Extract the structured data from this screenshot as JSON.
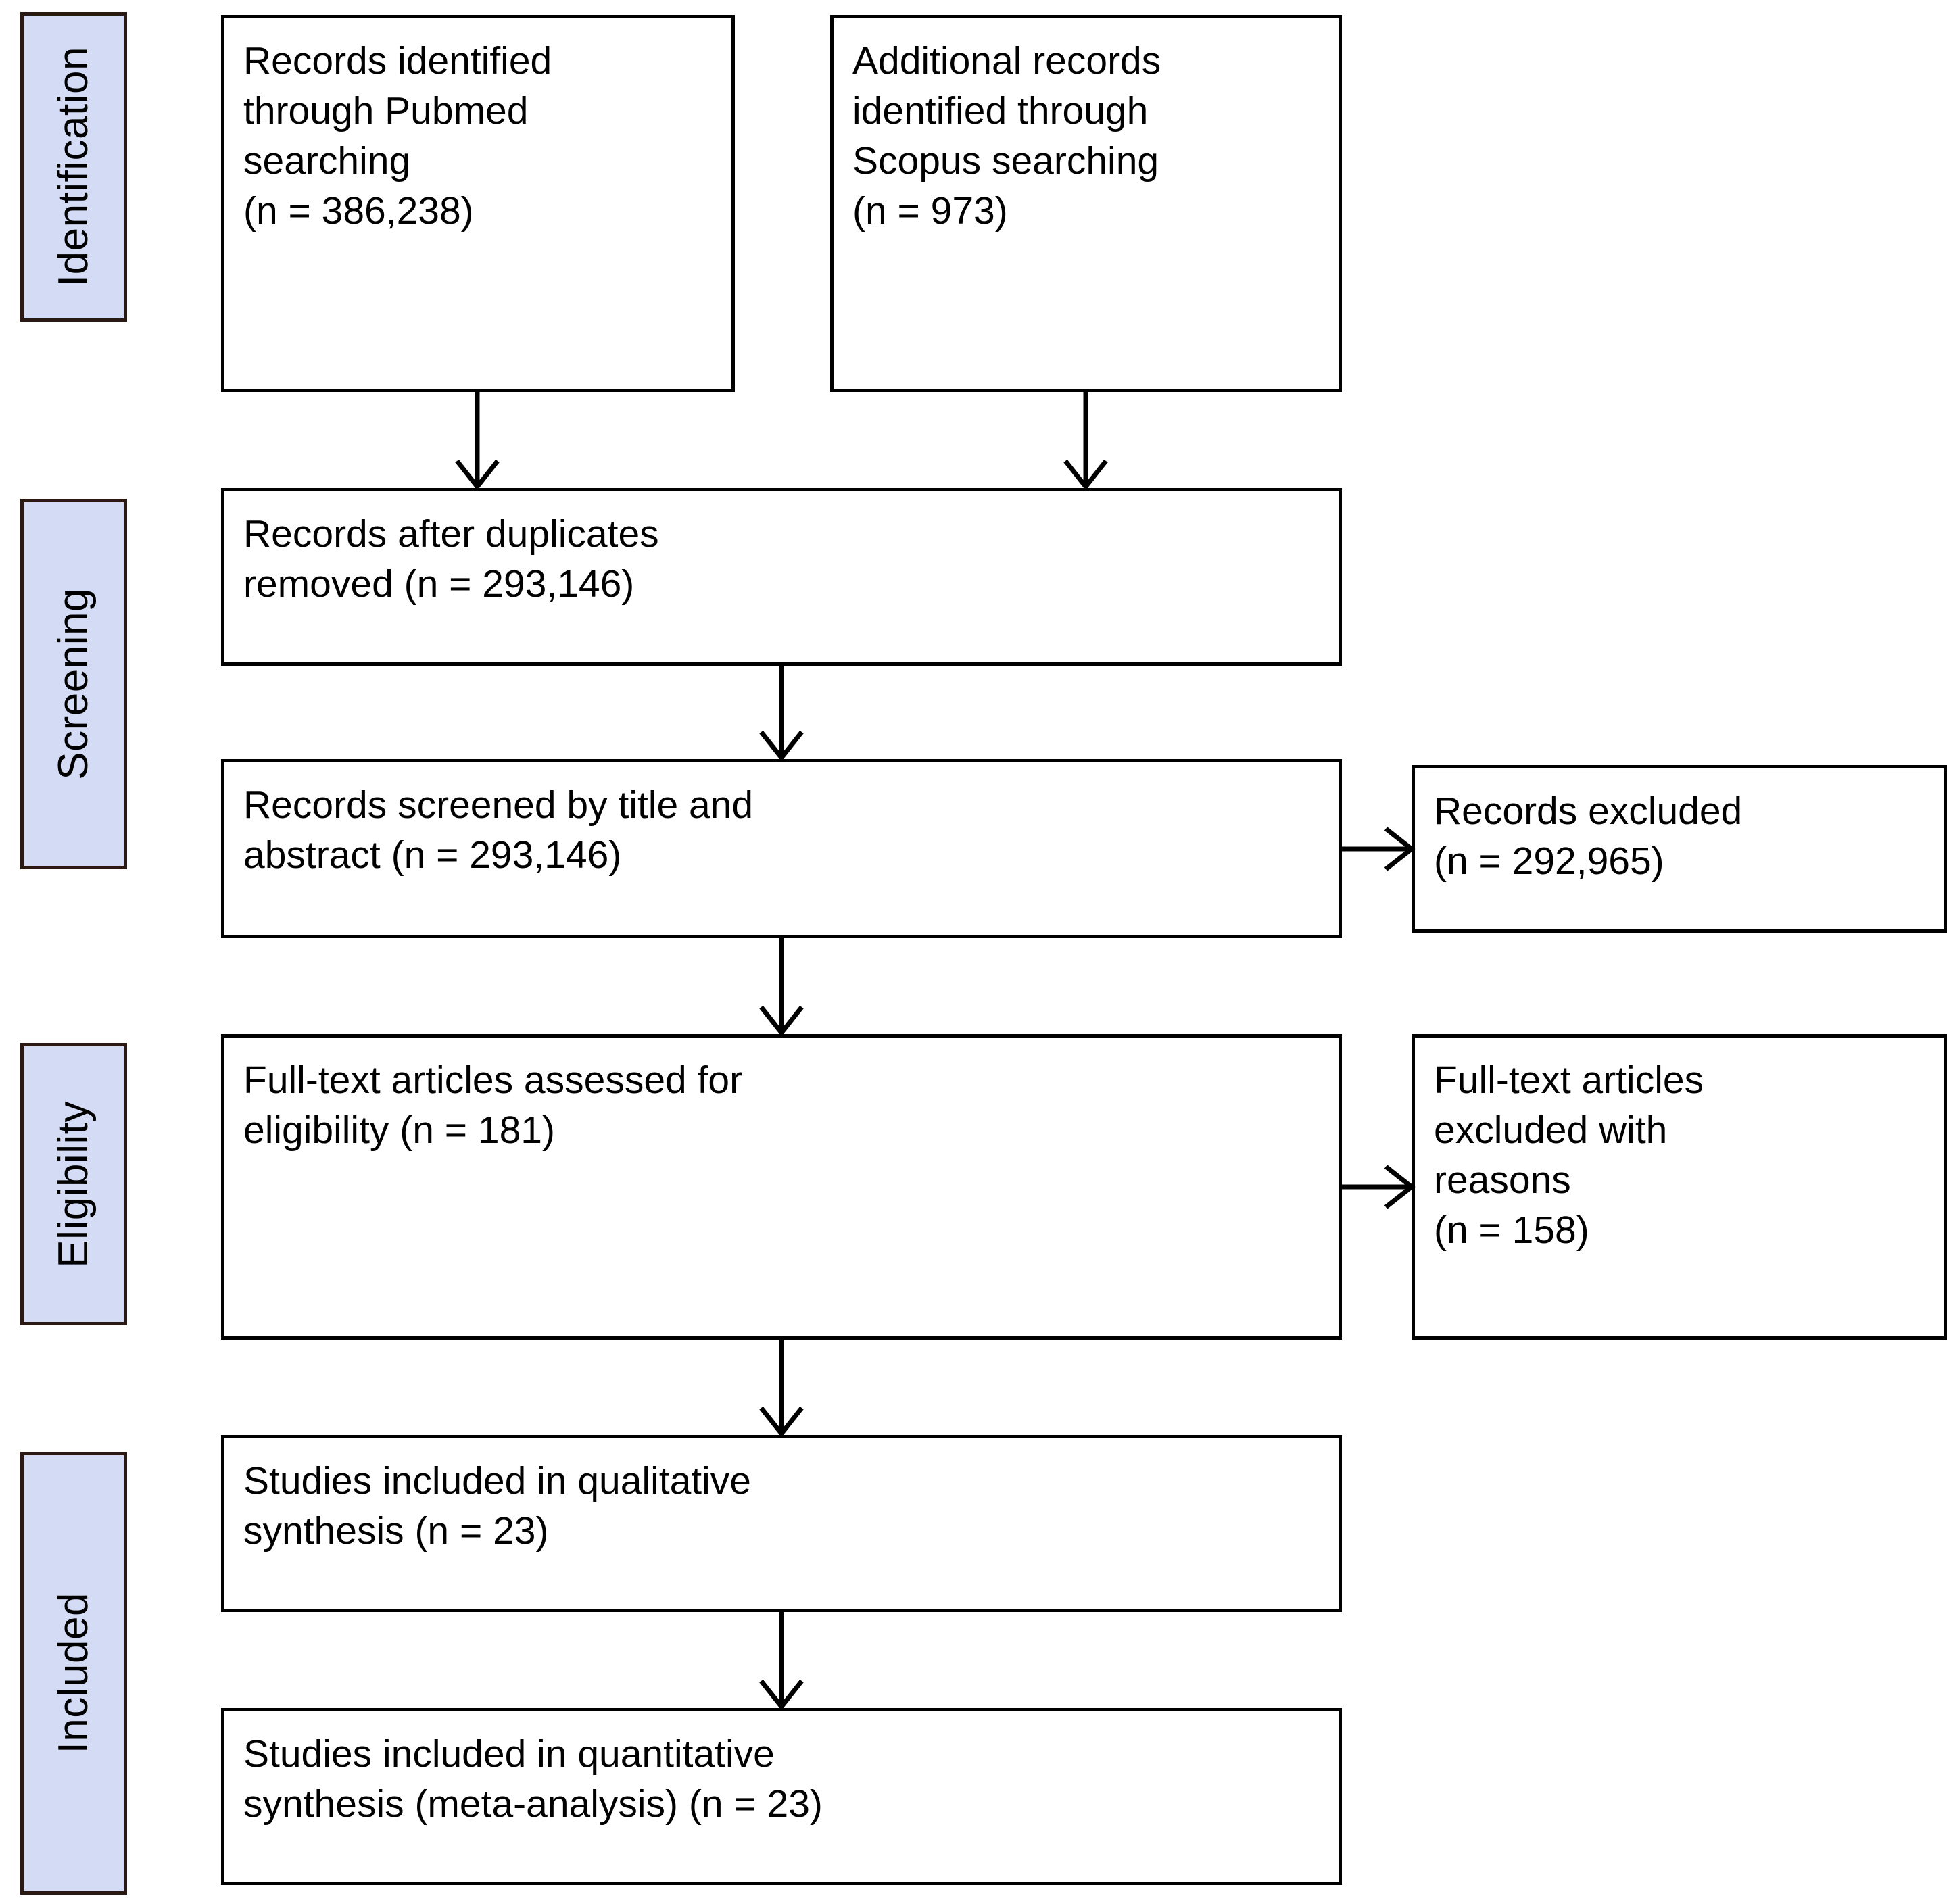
{
  "diagram": {
    "type": "prisma-flow-diagram",
    "accent_color": "#d4dbf5",
    "border_color": "#000000",
    "label_border_color": "#2b1a14"
  },
  "stages": [
    {
      "id": "identification",
      "label": "Identification"
    },
    {
      "id": "screening",
      "label": "Screening"
    },
    {
      "id": "eligibility",
      "label": "Eligibility"
    },
    {
      "id": "included",
      "label": "Included"
    }
  ],
  "nodes": {
    "pubmed": {
      "text": "Records identified\nthrough Pubmed\nsearching\n(n = 386,238)",
      "count_label": "(n = 386,238)",
      "count": 386238
    },
    "scopus": {
      "text": "Additional records\nidentified through\nScopus searching\n(n = 973)",
      "count_label": "(n = 973)",
      "count": 973
    },
    "duplicates_removed": {
      "text": "Records after duplicates\nremoved (n = 293,146)",
      "count_label": "(n = 293,146)",
      "count": 293146
    },
    "screened": {
      "text": "Records screened by title and\nabstract (n = 293,146)",
      "count_label": "(n = 293,146)",
      "count": 293146
    },
    "records_excluded": {
      "text": "Records excluded\n(n = 292,965)",
      "count_label": "(n = 292,965)",
      "count": 292965
    },
    "fulltext_assessed": {
      "text": "Full-text articles assessed for\neligibility (n = 181)",
      "count_label": "(n = 181)",
      "count": 181
    },
    "fulltext_excluded": {
      "text": "Full-text articles\nexcluded with\nreasons\n(n = 158)",
      "count_label": "(n = 158)",
      "count": 158
    },
    "qualitative": {
      "text": "Studies included in qualitative\nsynthesis (n = 23)",
      "count_label": "(n = 23)",
      "count": 23
    },
    "quantitative": {
      "text": "Studies included in quantitative\nsynthesis (meta-analysis) (n = 23)",
      "count_label": "(n = 23)",
      "count": 23
    }
  },
  "connectors": [
    {
      "id": "pubmed-to-duplicates",
      "from": "pubmed",
      "to": "duplicates_removed",
      "direction": "down"
    },
    {
      "id": "scopus-to-duplicates",
      "from": "scopus",
      "to": "duplicates_removed",
      "direction": "down"
    },
    {
      "id": "duplicates-to-screened",
      "from": "duplicates_removed",
      "to": "screened",
      "direction": "down"
    },
    {
      "id": "screened-to-excluded",
      "from": "screened",
      "to": "records_excluded",
      "direction": "right"
    },
    {
      "id": "screened-to-fulltext",
      "from": "screened",
      "to": "fulltext_assessed",
      "direction": "down"
    },
    {
      "id": "fulltext-to-excluded",
      "from": "fulltext_assessed",
      "to": "fulltext_excluded",
      "direction": "right"
    },
    {
      "id": "fulltext-to-qualitative",
      "from": "fulltext_assessed",
      "to": "qualitative",
      "direction": "down"
    },
    {
      "id": "qualitative-to-quantitative",
      "from": "qualitative",
      "to": "quantitative",
      "direction": "down"
    }
  ]
}
